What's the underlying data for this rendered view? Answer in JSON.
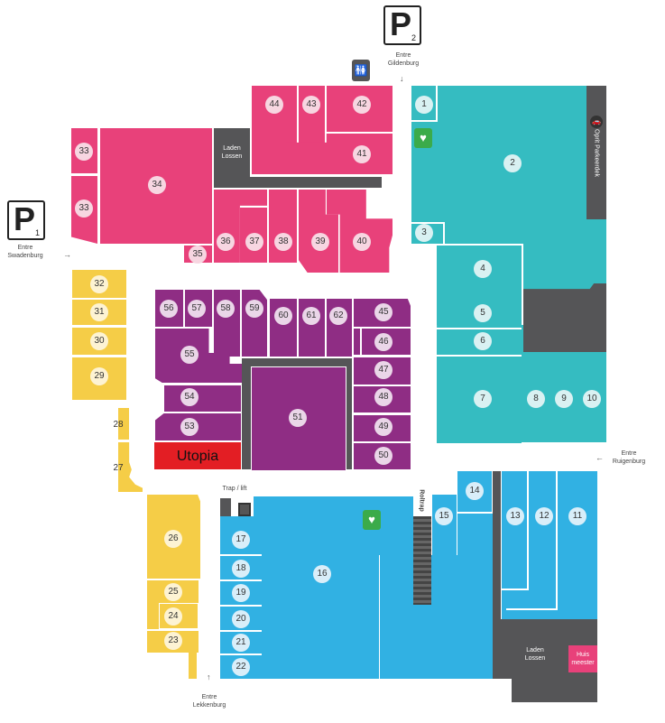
{
  "parking": [
    {
      "letter": "P",
      "number": "1"
    },
    {
      "letter": "P",
      "number": "2"
    }
  ],
  "entrances": {
    "swadenburg": "Entre Swadenburg",
    "gildenburg": "Entre Gildenburg",
    "ruigenburg": "Entre Ruigenburg",
    "lekkenburg": "Entre Lekkenburg"
  },
  "facilities": {
    "laden_lossen": "Laden Lossen",
    "oprit": "Oprit Parkeerdek",
    "trap_lift": "Trap / lift",
    "roltrap": "Roltrap",
    "huismeester": "Huis meester",
    "utopia": "Utopia",
    "toilet_icon": "toilet-icon",
    "aed_icon": "aed-heart-icon",
    "car_icon": "car-icon"
  },
  "units": {
    "u1": "1",
    "u2": "2",
    "u3": "3",
    "u4": "4",
    "u5": "5",
    "u6": "6",
    "u7": "7",
    "u8": "8",
    "u9": "9",
    "u10": "10",
    "u11": "11",
    "u12": "12",
    "u13": "13",
    "u14": "14",
    "u15": "15",
    "u16": "16",
    "u17": "17",
    "u18": "18",
    "u19": "19",
    "u20": "20",
    "u21": "21",
    "u22": "22",
    "u23": "23",
    "u24": "24",
    "u25": "25",
    "u26": "26",
    "u27": "27",
    "u28": "28",
    "u29": "29",
    "u30": "30",
    "u31": "31",
    "u32": "32",
    "u33": "33",
    "u34": "34",
    "u35": "35",
    "u36": "36",
    "u37": "37",
    "u38": "38",
    "u39": "39",
    "u40": "40",
    "u41": "41",
    "u42": "42",
    "u43": "43",
    "u44": "44",
    "u45": "45",
    "u46": "46",
    "u47": "47",
    "u48": "48",
    "u49": "49",
    "u50": "50",
    "u51": "51",
    "u53": "53",
    "u54": "54",
    "u55": "55",
    "u56": "56",
    "u57": "57",
    "u58": "58",
    "u59": "59",
    "u60": "60",
    "u61": "61",
    "u62": "62"
  },
  "colors": {
    "pink": "#e8417a",
    "teal": "#35bcc1",
    "yellow": "#f5cd47",
    "purple": "#8f2d84",
    "blue": "#31b1e3",
    "dark": "#555557",
    "utopia": "#e31e24"
  }
}
